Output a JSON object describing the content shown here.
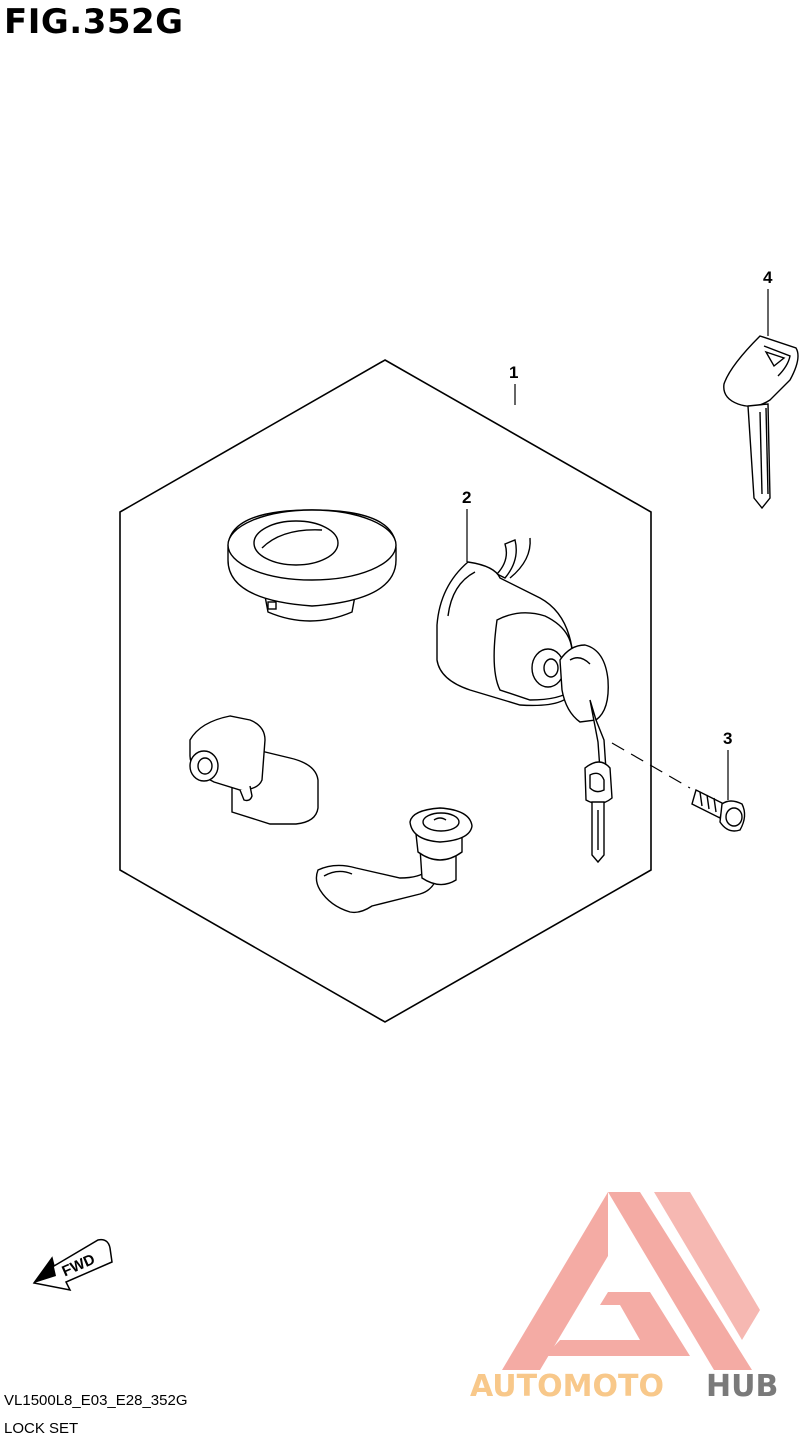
{
  "figure": {
    "title": "FIG.352G",
    "model_code": "VL1500L8_E03_E28_352G",
    "name": "LOCK SET"
  },
  "callouts": [
    {
      "number": "1",
      "part": "lock-set-assembly"
    },
    {
      "number": "2",
      "part": "seat-lock-with-key"
    },
    {
      "number": "3",
      "part": "bolt"
    },
    {
      "number": "4",
      "part": "blank-key"
    }
  ],
  "direction_marker": {
    "label": "FWD"
  },
  "watermark": {
    "word_a": "AUTOMOTO",
    "word_b": "HUB",
    "colors": {
      "logo": "#f3a29b",
      "auto": "#f8c88a",
      "moto": "#f3a29b",
      "hub": "#7a7a7a"
    }
  }
}
